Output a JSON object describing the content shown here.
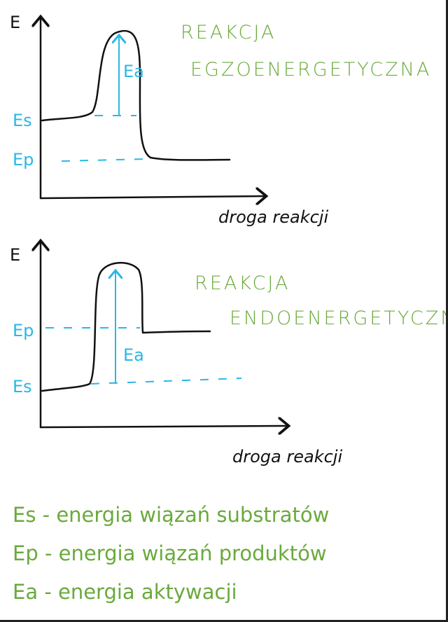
{
  "colors": {
    "title": "#6aaa3c",
    "annotation": "#29b8e6",
    "axis": "#111111"
  },
  "exo": {
    "axis_y": "E",
    "axis_x": "droga reakcji",
    "title_line1": "REAKCJA",
    "title_line2": "EGZOENERGETYCZNA",
    "es": "Es",
    "ep": "Ep",
    "ea": "Ea"
  },
  "endo": {
    "axis_y": "E",
    "axis_x": "droga reakcji",
    "title_line1": "REAKCJA",
    "title_line2": "ENDOENERGETYCZNA",
    "es": "Es",
    "ep": "Ep",
    "ea": "Ea"
  },
  "legend": [
    "Es - energia wiązań substratów",
    "Ep - energia wiązań produktów",
    "Ea - energia aktywacji"
  ]
}
